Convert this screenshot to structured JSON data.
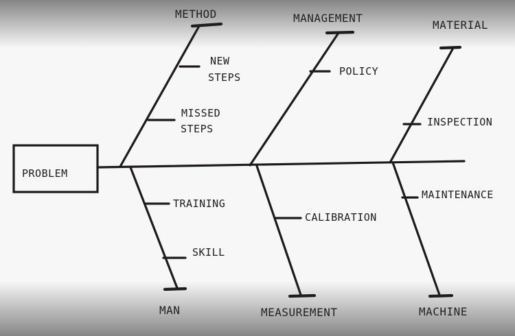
{
  "problem": {
    "label": "PROBLEM"
  },
  "categories": {
    "method": "METHOD",
    "management": "MANAGEMENT",
    "material": "MATERIAL",
    "man": "MAN",
    "measurement": "MEASUREMENT",
    "machine": "MACHINE"
  },
  "causes": {
    "new_steps_line1": "NEW",
    "new_steps_line2": "STEPS",
    "missed_steps_line1": "MISSED",
    "missed_steps_line2": "STEPS",
    "policy": "POLICY",
    "inspection": "INSPECTION",
    "training": "TRAINING",
    "skill": "SKILL",
    "calibration": "CALIBRATION",
    "maintenance": "MAINTENANCE"
  }
}
